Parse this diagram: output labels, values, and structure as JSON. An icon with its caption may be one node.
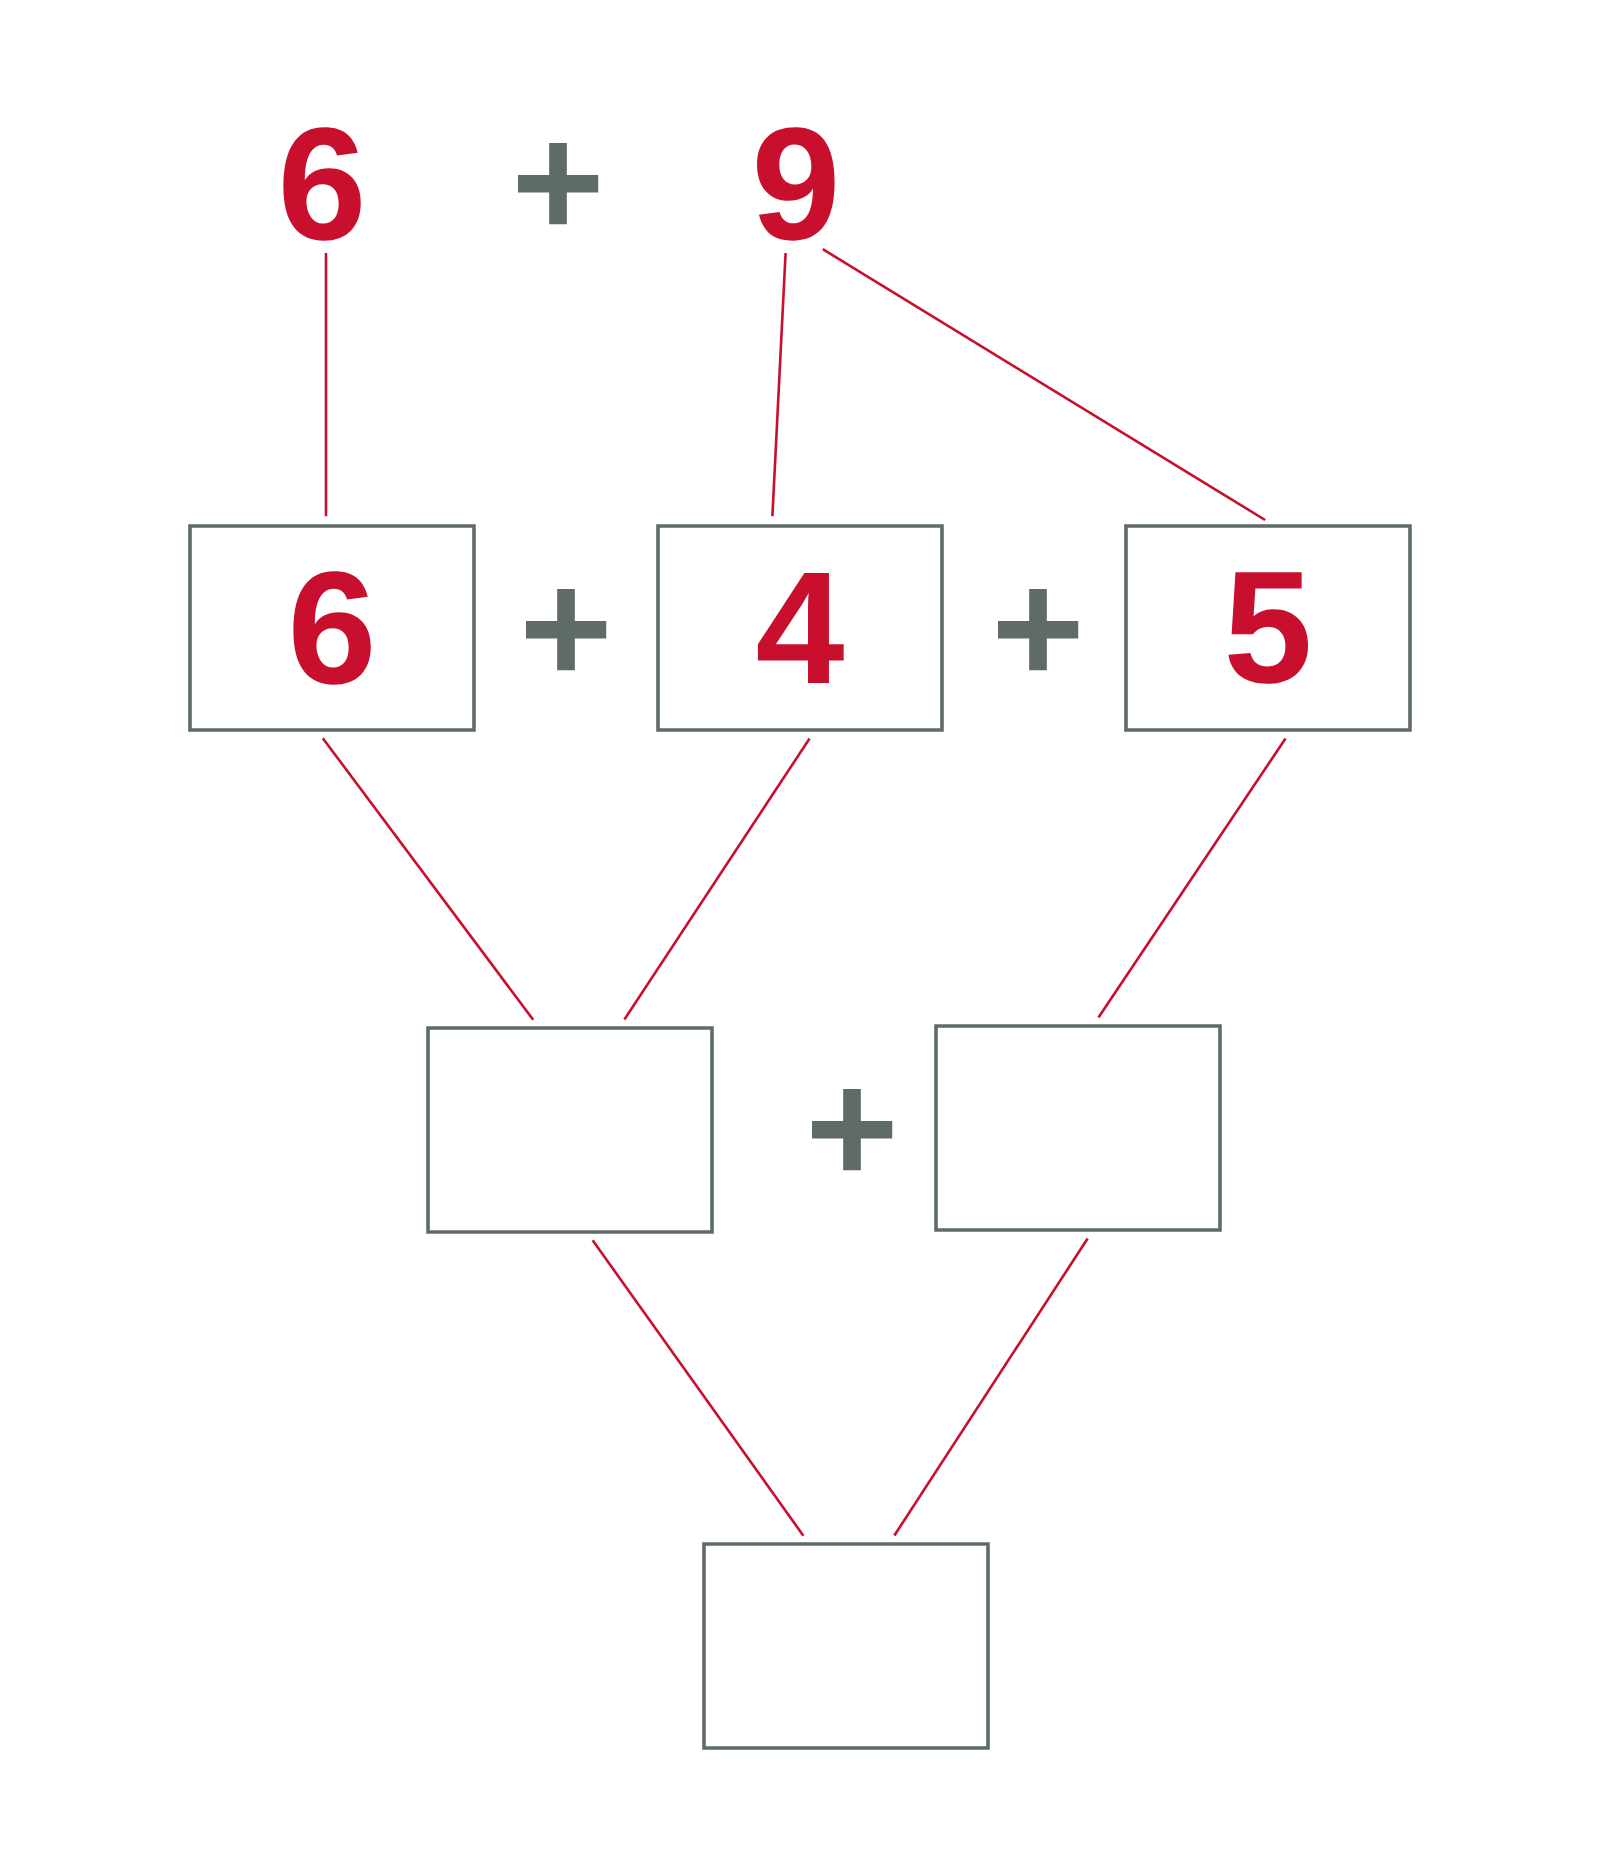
{
  "diagram": {
    "nodes": [
      {
        "text": [
          "6"
        ]
      },
      {
        "text": [
          "9"
        ]
      },
      {
        "text": [
          "6"
        ]
      },
      {
        "text": [
          "4"
        ]
      },
      {
        "text": [
          "5"
        ]
      },
      {
        "text": [],
        "shape": "box"
      },
      {
        "text": [],
        "shape": "box"
      },
      {
        "text": [],
        "shape": "box"
      }
    ],
    "edges": [
      {
        "from": 0,
        "to": 2,
        "arrow": "none"
      },
      {
        "from": 1,
        "to": 3,
        "arrow": "none"
      },
      {
        "from": 1,
        "to": 4,
        "arrow": "none"
      },
      {
        "from": 2,
        "to": 5,
        "arrow": "none"
      },
      {
        "from": 3,
        "to": 5,
        "arrow": "none"
      },
      {
        "from": 4,
        "to": 6,
        "arrow": "none"
      },
      {
        "from": 5,
        "to": 7,
        "arrow": "none"
      },
      {
        "from": 6,
        "to": 7,
        "arrow": "none"
      }
    ],
    "labels": [
      "+",
      "+",
      "+",
      "+"
    ]
  }
}
